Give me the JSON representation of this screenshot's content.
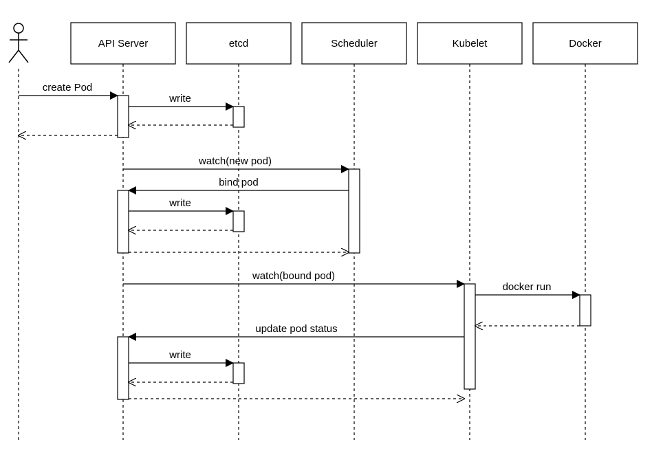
{
  "participants": [
    {
      "id": "user",
      "label": "",
      "kind": "actor"
    },
    {
      "id": "api",
      "label": "API Server",
      "kind": "box"
    },
    {
      "id": "etcd",
      "label": "etcd",
      "kind": "box"
    },
    {
      "id": "sched",
      "label": "Scheduler",
      "kind": "box"
    },
    {
      "id": "kubelet",
      "label": "Kubelet",
      "kind": "box"
    },
    {
      "id": "docker",
      "label": "Docker",
      "kind": "box"
    }
  ],
  "messages": [
    {
      "from": "user",
      "to": "api",
      "label": "create Pod",
      "style": "solid"
    },
    {
      "from": "api",
      "to": "etcd",
      "label": "write",
      "style": "solid"
    },
    {
      "from": "etcd",
      "to": "api",
      "label": "",
      "style": "dashed"
    },
    {
      "from": "api",
      "to": "user",
      "label": "",
      "style": "dashed"
    },
    {
      "from": "api",
      "to": "sched",
      "label": "watch(new pod)",
      "style": "solid"
    },
    {
      "from": "sched",
      "to": "api",
      "label": "bind pod",
      "style": "solid"
    },
    {
      "from": "api",
      "to": "etcd",
      "label": "write",
      "style": "solid"
    },
    {
      "from": "etcd",
      "to": "api",
      "label": "",
      "style": "dashed"
    },
    {
      "from": "api",
      "to": "sched",
      "label": "",
      "style": "dashed"
    },
    {
      "from": "api",
      "to": "kubelet",
      "label": "watch(bound pod)",
      "style": "solid"
    },
    {
      "from": "kubelet",
      "to": "docker",
      "label": "docker run",
      "style": "solid"
    },
    {
      "from": "docker",
      "to": "kubelet",
      "label": "",
      "style": "dashed"
    },
    {
      "from": "kubelet",
      "to": "api",
      "label": "update pod status",
      "style": "solid"
    },
    {
      "from": "api",
      "to": "etcd",
      "label": "write",
      "style": "solid"
    },
    {
      "from": "etcd",
      "to": "api",
      "label": "",
      "style": "dashed"
    },
    {
      "from": "api",
      "to": "kubelet",
      "label": "",
      "style": "dashed"
    }
  ]
}
